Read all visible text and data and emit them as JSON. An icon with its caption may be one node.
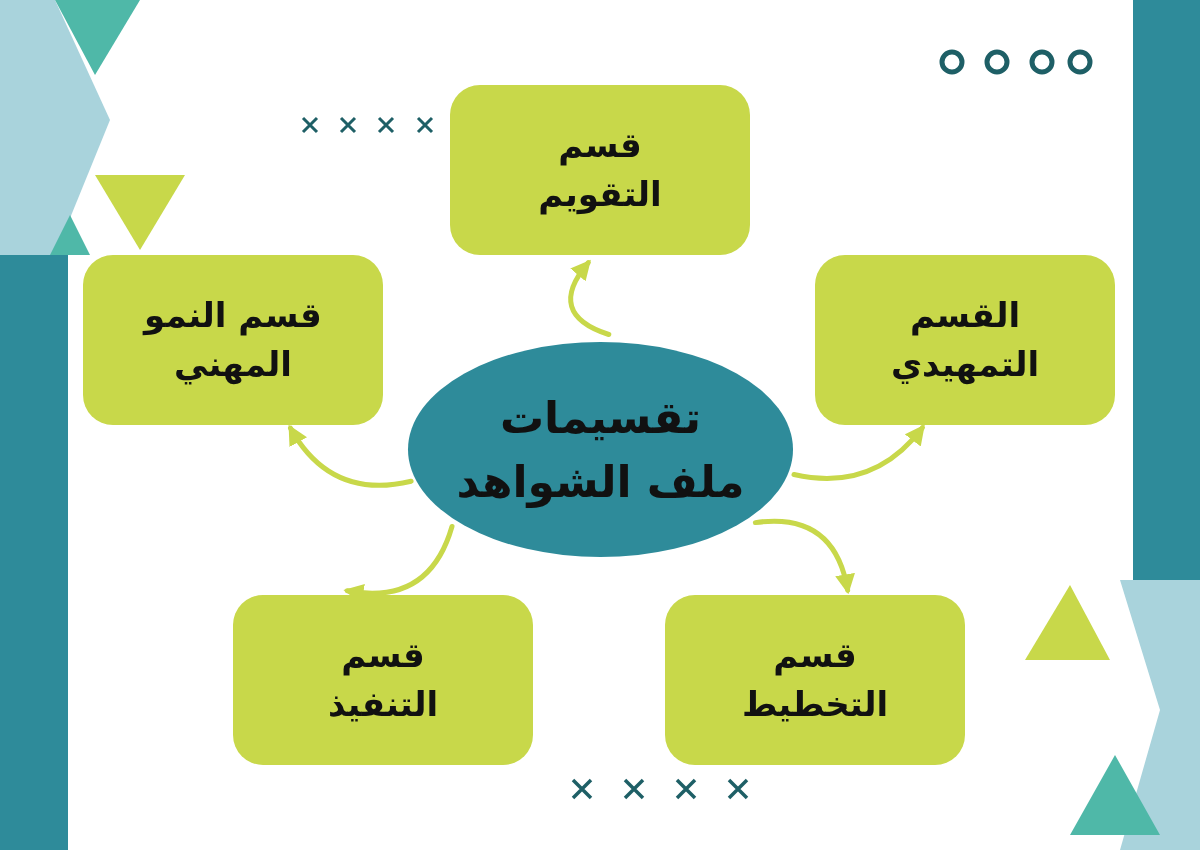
{
  "diagram": {
    "nodes": [
      {
        "text": [
          "تقسيمات ملف الشواهد"
        ]
      },
      {
        "text": [
          "قسم التقويم"
        ]
      },
      {
        "text": [
          "قسم النمو المهني"
        ]
      },
      {
        "text": [
          "القسم التمهيدي"
        ]
      },
      {
        "text": [
          "قسم التنفيذ"
        ]
      },
      {
        "text": [
          "قسم التخطيط"
        ]
      }
    ],
    "edges": [
      {
        "from": 0,
        "to": 1,
        "arrow": "to"
      },
      {
        "from": 0,
        "to": 2,
        "arrow": "to"
      },
      {
        "from": 0,
        "to": 3,
        "arrow": "to"
      },
      {
        "from": 0,
        "to": 4,
        "arrow": "to"
      },
      {
        "from": 0,
        "to": 5,
        "arrow": "to"
      }
    ]
  }
}
